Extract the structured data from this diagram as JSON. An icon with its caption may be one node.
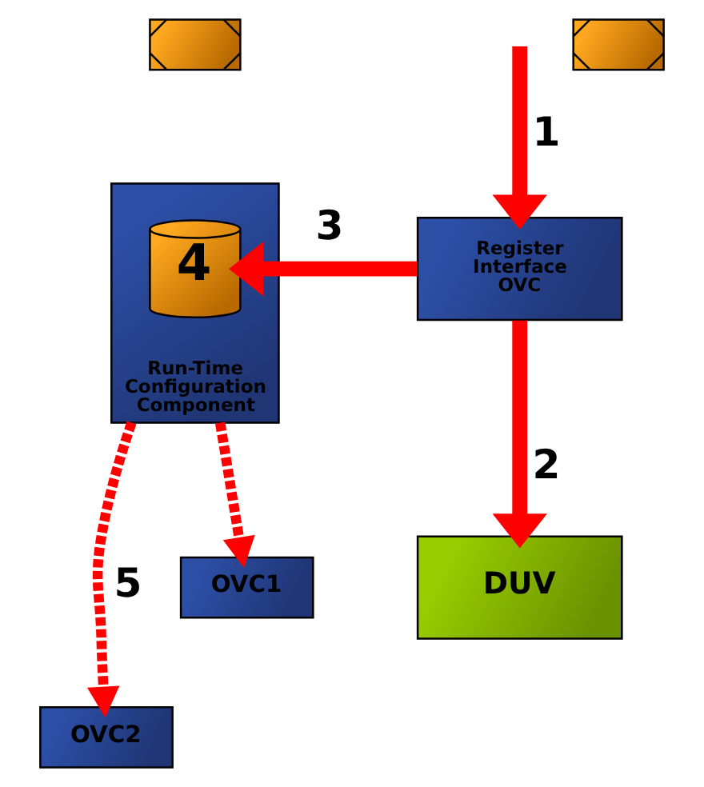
{
  "diagram": {
    "nodes": [
      {
        "text": [],
        "shape": "picture"
      },
      {
        "text": [],
        "shape": "picture"
      },
      {
        "text": [
          "Run-Time Configuration Component"
        ]
      },
      {
        "text": [
          "4"
        ],
        "in": 2
      },
      {
        "text": [
          "Register Interface OVC"
        ]
      },
      {
        "text": [
          "DUV"
        ]
      },
      {
        "text": [
          "OVC1"
        ]
      },
      {
        "text": [
          "OVC2"
        ]
      }
    ],
    "edges": [
      {
        "from": null,
        "to": 4,
        "arrow": "to",
        "label": "1"
      },
      {
        "from": 4,
        "to": 5,
        "arrow": "to",
        "label": "2"
      },
      {
        "from": 4,
        "to": 3,
        "arrow": "to",
        "label": "3"
      },
      {
        "from": 2,
        "to": 6,
        "arrow": "to",
        "style": "dashed"
      },
      {
        "from": 2,
        "to": 7,
        "arrow": "to",
        "style": "dashed",
        "label": "5"
      }
    ]
  }
}
